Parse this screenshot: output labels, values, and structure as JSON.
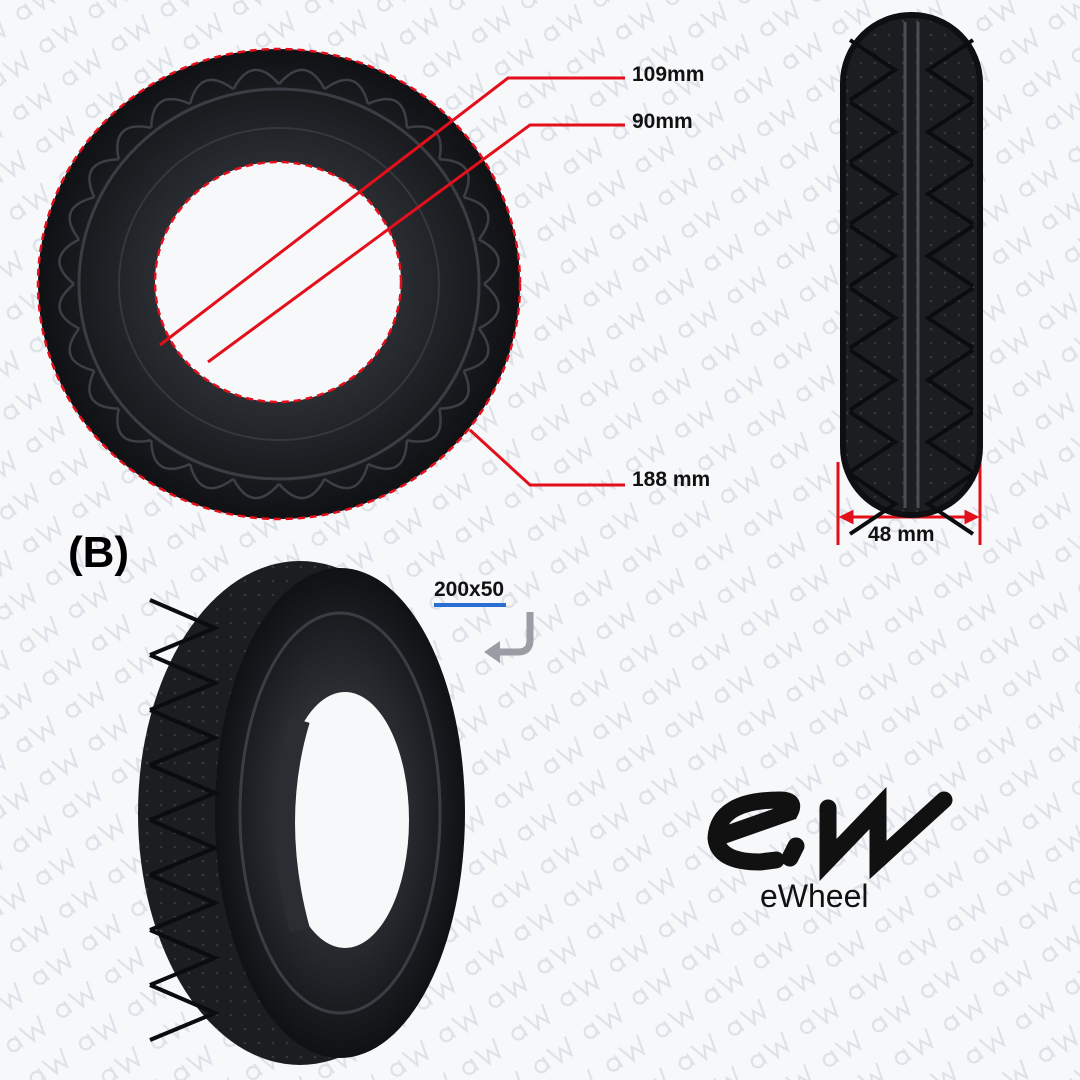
{
  "watermark": "aW",
  "dimensions": {
    "outer_diameter_inner_label": "109mm",
    "rim_label": "90mm",
    "outer_diameter_label": "188 mm",
    "width_label": "48 mm"
  },
  "variant_label": "(B)",
  "size_label": "200x50",
  "brand": {
    "logo_text": "eW",
    "name": "eWheel"
  },
  "colors": {
    "dimension_line": "#e3101b",
    "underline": "#2a6fd1",
    "tire": "#1c1e22"
  }
}
